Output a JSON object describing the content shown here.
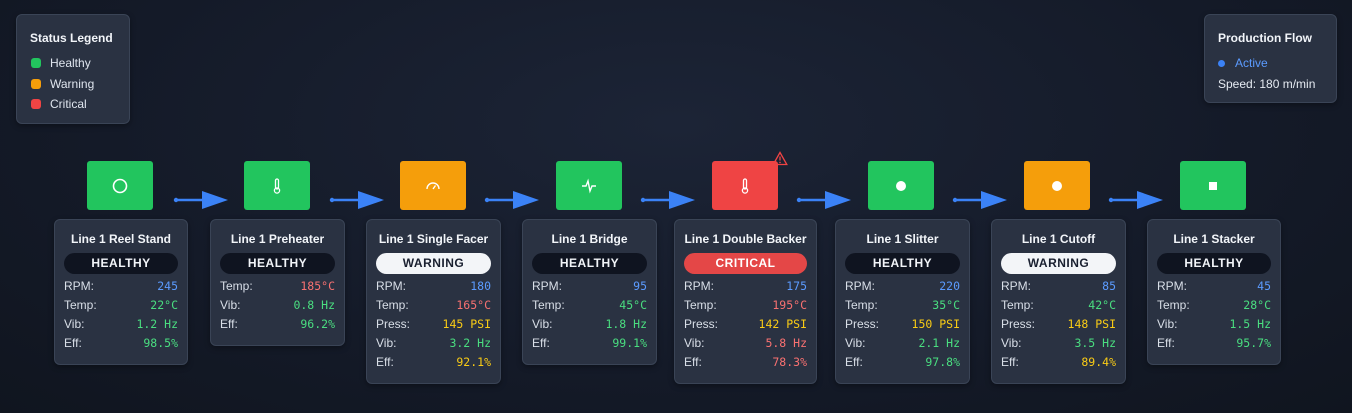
{
  "legend": {
    "title": "Status Legend",
    "items": [
      {
        "label": "Healthy",
        "color": "#22c55e"
      },
      {
        "label": "Warning",
        "color": "#f59e0b"
      },
      {
        "label": "Critical",
        "color": "#ef4444"
      }
    ]
  },
  "flow": {
    "title": "Production Flow",
    "status": "Active",
    "speed": "Speed: 180 m/min"
  },
  "colors": {
    "healthy": "#22c55e",
    "warning": "#f59e0b",
    "critical": "#ef4444",
    "arrow": "#3b82f6"
  },
  "stations": [
    {
      "name": "Line 1 Reel Stand",
      "status": "HEALTHY",
      "icon": "circle-outline-icon",
      "metrics": [
        {
          "label": "RPM:",
          "value": "245",
          "tone": "blue"
        },
        {
          "label": "Temp:",
          "value": "22°C",
          "tone": "green"
        },
        {
          "label": "Vib:",
          "value": "1.2 Hz",
          "tone": "green"
        },
        {
          "label": "Eff:",
          "value": "98.5%",
          "tone": "green"
        }
      ]
    },
    {
      "name": "Line 1 Preheater",
      "status": "HEALTHY",
      "icon": "thermometer-icon",
      "metrics": [
        {
          "label": "Temp:",
          "value": "185°C",
          "tone": "red"
        },
        {
          "label": "Vib:",
          "value": "0.8 Hz",
          "tone": "green"
        },
        {
          "label": "Eff:",
          "value": "96.2%",
          "tone": "green"
        }
      ]
    },
    {
      "name": "Line 1 Single Facer",
      "status": "WARNING",
      "icon": "gauge-icon",
      "metrics": [
        {
          "label": "RPM:",
          "value": "180",
          "tone": "blue"
        },
        {
          "label": "Temp:",
          "value": "165°C",
          "tone": "red"
        },
        {
          "label": "Press:",
          "value": "145 PSI",
          "tone": "yellow"
        },
        {
          "label": "Vib:",
          "value": "3.2 Hz",
          "tone": "green"
        },
        {
          "label": "Eff:",
          "value": "92.1%",
          "tone": "yellow"
        }
      ]
    },
    {
      "name": "Line 1 Bridge",
      "status": "HEALTHY",
      "icon": "activity-icon",
      "metrics": [
        {
          "label": "RPM:",
          "value": "95",
          "tone": "blue"
        },
        {
          "label": "Temp:",
          "value": "45°C",
          "tone": "green"
        },
        {
          "label": "Vib:",
          "value": "1.8 Hz",
          "tone": "green"
        },
        {
          "label": "Eff:",
          "value": "99.1%",
          "tone": "green"
        }
      ]
    },
    {
      "name": "Line 1 Double Backer",
      "status": "CRITICAL",
      "icon": "thermometer-icon",
      "metrics": [
        {
          "label": "RPM:",
          "value": "175",
          "tone": "blue"
        },
        {
          "label": "Temp:",
          "value": "195°C",
          "tone": "red"
        },
        {
          "label": "Press:",
          "value": "142 PSI",
          "tone": "yellow"
        },
        {
          "label": "Vib:",
          "value": "5.8 Hz",
          "tone": "red"
        },
        {
          "label": "Eff:",
          "value": "78.3%",
          "tone": "red"
        }
      ]
    },
    {
      "name": "Line 1 Slitter",
      "status": "HEALTHY",
      "icon": "dot-icon",
      "metrics": [
        {
          "label": "RPM:",
          "value": "220",
          "tone": "blue"
        },
        {
          "label": "Temp:",
          "value": "35°C",
          "tone": "green"
        },
        {
          "label": "Press:",
          "value": "150 PSI",
          "tone": "yellow"
        },
        {
          "label": "Vib:",
          "value": "2.1 Hz",
          "tone": "green"
        },
        {
          "label": "Eff:",
          "value": "97.8%",
          "tone": "green"
        }
      ]
    },
    {
      "name": "Line 1 Cutoff",
      "status": "WARNING",
      "icon": "dot-icon",
      "metrics": [
        {
          "label": "RPM:",
          "value": "85",
          "tone": "blue"
        },
        {
          "label": "Temp:",
          "value": "42°C",
          "tone": "green"
        },
        {
          "label": "Press:",
          "value": "148 PSI",
          "tone": "yellow"
        },
        {
          "label": "Vib:",
          "value": "3.5 Hz",
          "tone": "green"
        },
        {
          "label": "Eff:",
          "value": "89.4%",
          "tone": "yellow"
        }
      ]
    },
    {
      "name": "Line 1 Stacker",
      "status": "HEALTHY",
      "icon": "square-icon",
      "metrics": [
        {
          "label": "RPM:",
          "value": "45",
          "tone": "blue"
        },
        {
          "label": "Temp:",
          "value": "28°C",
          "tone": "green"
        },
        {
          "label": "Vib:",
          "value": "1.5 Hz",
          "tone": "green"
        },
        {
          "label": "Eff:",
          "value": "95.7%",
          "tone": "green"
        }
      ]
    }
  ]
}
